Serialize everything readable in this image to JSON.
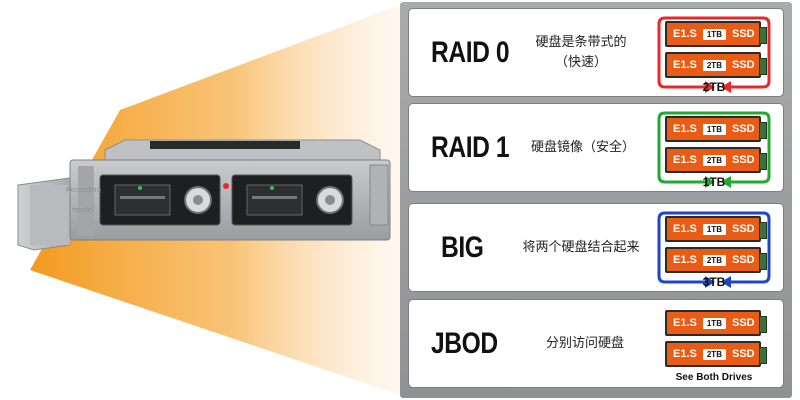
{
  "colors": {
    "raid0_loop": "#e8282b",
    "raid1_loop": "#23a832",
    "big_loop": "#2046c7",
    "drive_orange": "#e85c15",
    "beam_orange": "#f39a1f"
  },
  "card": {
    "faceplate_text_1": "Recording",
    "faceplate_text_2": "model"
  },
  "modes": [
    {
      "title": "RAID 0",
      "desc_line1": "硬盘是条带式的",
      "desc_line2": "（快速）",
      "total": "2TB",
      "drives": [
        {
          "label": "E1.S",
          "capacity": "1TB",
          "type": "SSD"
        },
        {
          "label": "E1.S",
          "capacity": "2TB",
          "type": "SSD"
        }
      ]
    },
    {
      "title": "RAID 1",
      "desc_line1": "硬盘镜像（安全）",
      "desc_line2": "",
      "total": "1TB",
      "drives": [
        {
          "label": "E1.S",
          "capacity": "1TB",
          "type": "SSD"
        },
        {
          "label": "E1.S",
          "capacity": "2TB",
          "type": "SSD"
        }
      ]
    },
    {
      "title": "BIG",
      "desc_line1": "将两个硬盘结合起来",
      "desc_line2": "",
      "total": "3TB",
      "drives": [
        {
          "label": "E1.S",
          "capacity": "1TB",
          "type": "SSD"
        },
        {
          "label": "E1.S",
          "capacity": "2TB",
          "type": "SSD"
        }
      ]
    },
    {
      "title": "JBOD",
      "desc_line1": "分别访问硬盘",
      "desc_line2": "",
      "total": "See Both Drives",
      "drives": [
        {
          "label": "E1.S",
          "capacity": "1TB",
          "type": "SSD"
        },
        {
          "label": "E1.S",
          "capacity": "2TB",
          "type": "SSD"
        }
      ]
    }
  ]
}
